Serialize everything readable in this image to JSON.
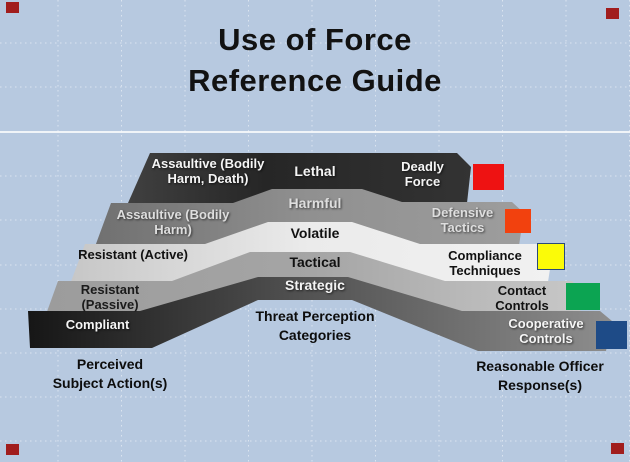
{
  "title": {
    "line1": "Use of Force",
    "line2": "Reference Guide"
  },
  "diagram": {
    "subject_actions": {
      "caption_line1": "Perceived",
      "caption_line2": "Subject Action(s)",
      "levels": [
        "Compliant",
        "Resistant (Passive)",
        "Resistant (Active)",
        "Assaultive (Bodily Harm)",
        "Assaultive (Bodily Harm, Death)"
      ]
    },
    "threat_categories": {
      "caption_line1": "Threat Perception",
      "caption_line2": "Categories",
      "levels": [
        "Strategic",
        "Tactical",
        "Volatile",
        "Harmful",
        "Lethal"
      ]
    },
    "officer_responses": {
      "caption_line1": "Reasonable Officer",
      "caption_line2": "Response(s)",
      "levels": [
        "Cooperative Controls",
        "Contact Controls",
        "Compliance Techniques",
        "Defensive Tactics",
        "Deadly Force"
      ],
      "marker_colors": [
        "#1e4b87",
        "#0ca452",
        "#fbfb08",
        "#f2410e",
        "#ee1212"
      ]
    }
  },
  "canvas": {
    "background_color": "#b7c9e0",
    "corner_marker_color": "#a11d1d"
  }
}
